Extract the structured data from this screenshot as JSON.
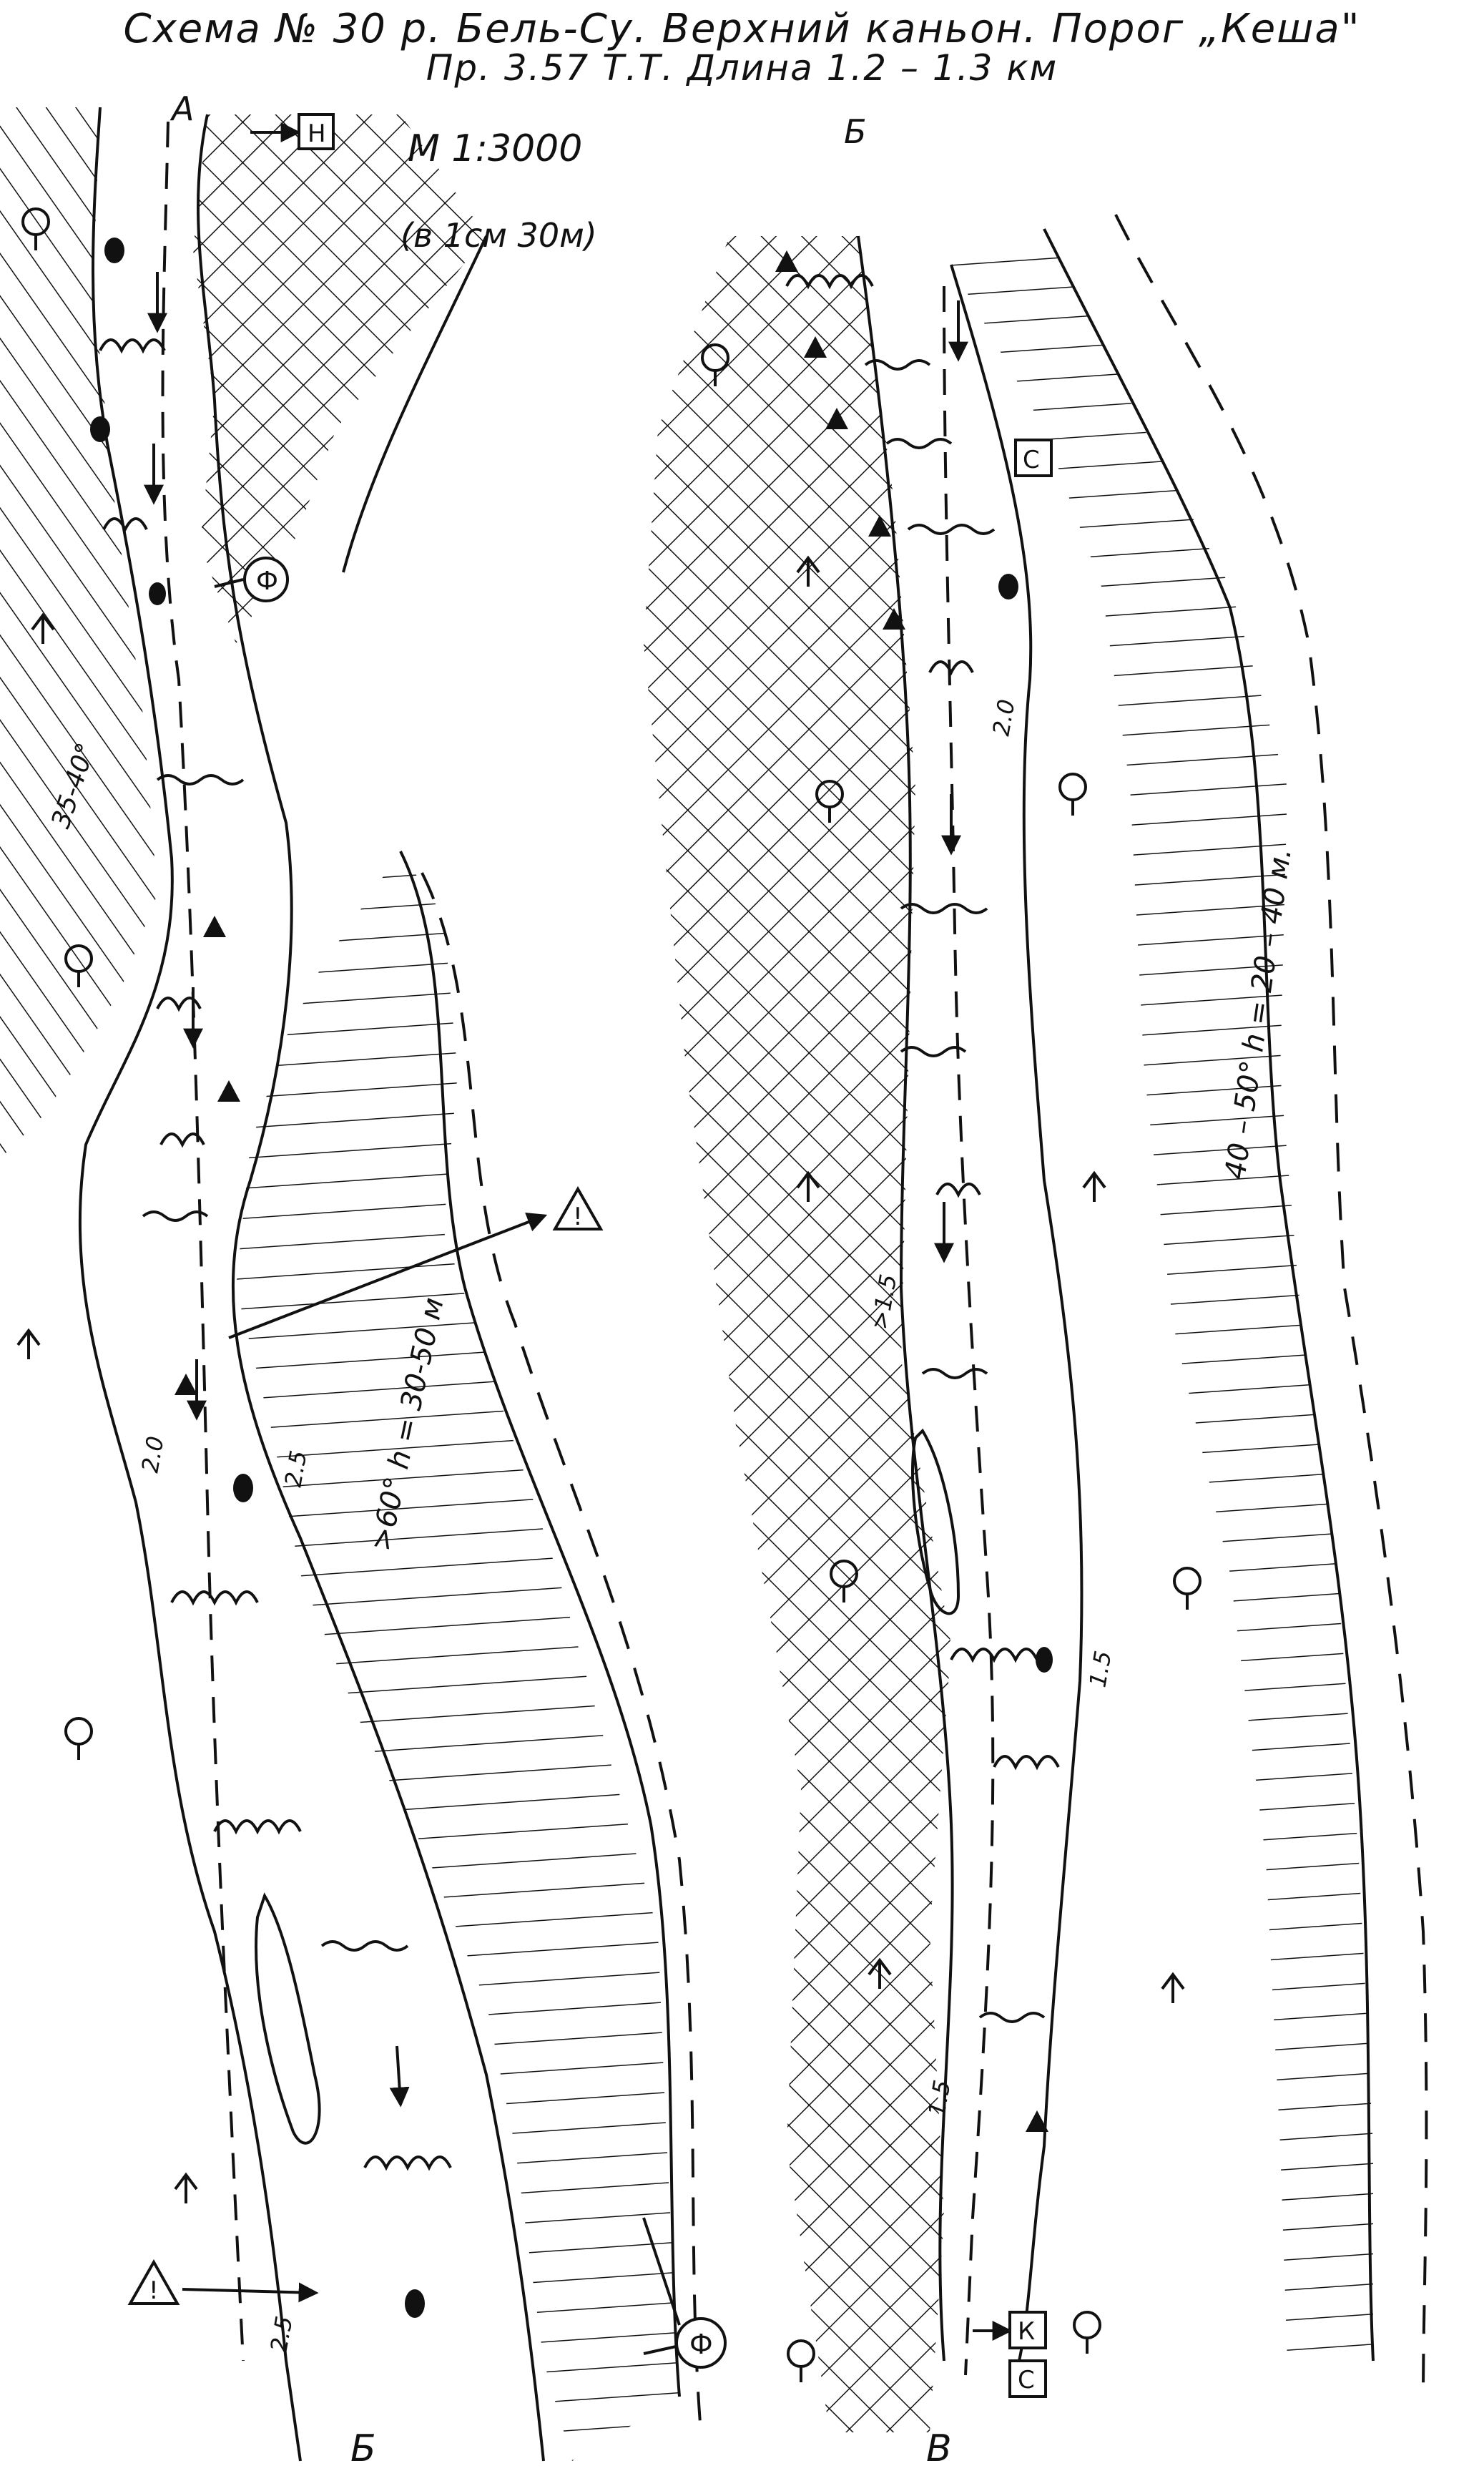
{
  "header": {
    "title": "Схема № 30 р. Бель-Су. Верхний каньон. Порог „Кеша\"",
    "subtitle": "Пр. 3.57 Т.Т. Длина 1.2 – 1.3 км"
  },
  "scale": {
    "ratio": "М 1:3000",
    "note": "(в 1см 30м)"
  },
  "sections": {
    "a": "А",
    "b_top": "Б",
    "b_bottom": "Б",
    "v": "В"
  },
  "markers": {
    "start": "Н",
    "end": "К",
    "camp_1": "С",
    "camp_2": "С",
    "photo_1": "Ф",
    "photo_2": "Ф",
    "danger_1": "!",
    "danger_2": "!"
  },
  "annotations": {
    "slope_left": "35-40°",
    "wall_mid": ">60°   h = 30-50 м",
    "wall_right": "40 – 50°  h = 20 – 40 м.",
    "depth_1": "2.0",
    "depth_2": "2.5",
    "depth_3": ">1.5",
    "depth_4": "1.5",
    "depth_5": "1.5",
    "depth_6": "2.0",
    "depth_7": "2.5"
  },
  "icon_names": [
    "tree-icon",
    "fir-icon",
    "boulder-icon",
    "wave-icon",
    "whirlpool-icon"
  ]
}
